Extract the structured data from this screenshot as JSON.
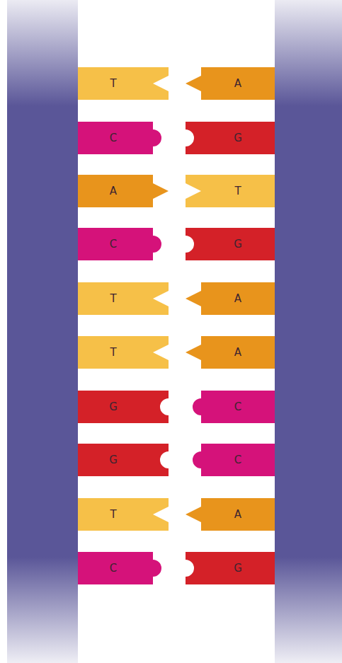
{
  "diagram": {
    "nodes": [
      {
        "text": [
          "T"
        ]
      },
      {
        "text": [
          "A"
        ]
      },
      {
        "text": [
          "C"
        ]
      },
      {
        "text": [
          "G"
        ]
      },
      {
        "text": [
          "A"
        ]
      },
      {
        "text": [
          "T"
        ]
      },
      {
        "text": [
          "C"
        ]
      },
      {
        "text": [
          "G"
        ]
      },
      {
        "text": [
          "T"
        ]
      },
      {
        "text": [
          "A"
        ]
      },
      {
        "text": [
          "T"
        ]
      },
      {
        "text": [
          "A"
        ]
      },
      {
        "text": [
          "G"
        ]
      },
      {
        "text": [
          "C"
        ]
      },
      {
        "text": [
          "G"
        ]
      },
      {
        "text": [
          "C"
        ]
      },
      {
        "text": [
          "T"
        ]
      },
      {
        "text": [
          "A"
        ]
      },
      {
        "text": [
          "C"
        ]
      },
      {
        "text": [
          "G"
        ]
      }
    ]
  }
}
